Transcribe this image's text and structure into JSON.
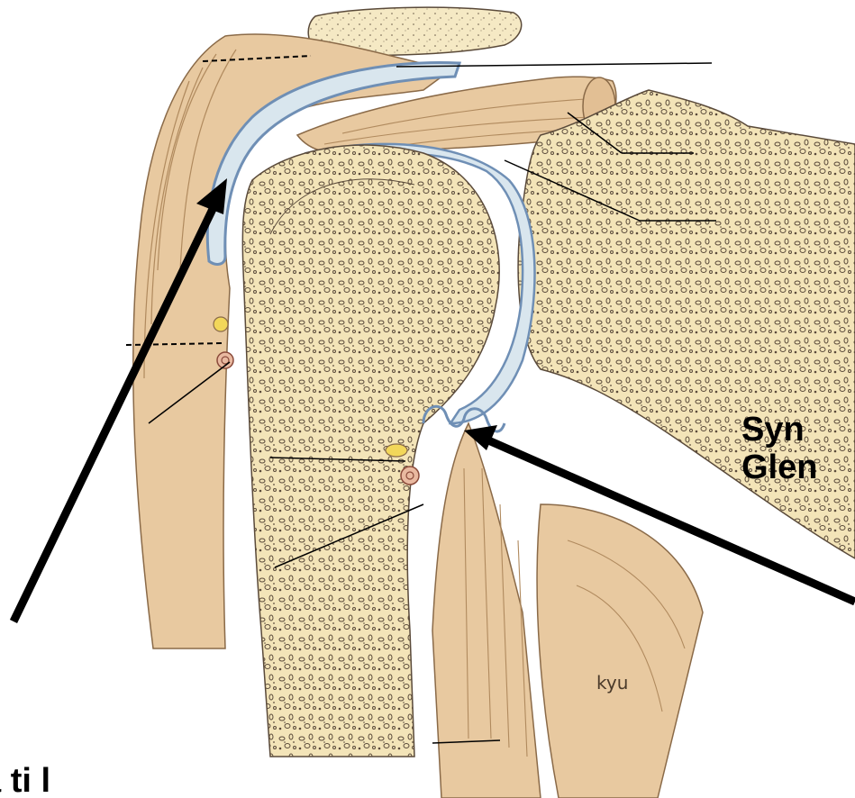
{
  "labels": {
    "synovial_line1": "Syn",
    "synovial_line2": "Glen",
    "bursa_partial": "a   ti   l"
  },
  "illustration": {
    "signature": "kyu"
  },
  "colors": {
    "tendon": "#e8c9a0",
    "tendon_stroke": "#8a6a48",
    "bone": "#f3e4b8",
    "bone_stroke": "#5a4a3a",
    "cartilage": "#d9e6ee",
    "synovial": "#6f8fb5",
    "fluid_yellow": "#f2d75a",
    "arrow": "#000000",
    "pointer_line": "#000000"
  }
}
